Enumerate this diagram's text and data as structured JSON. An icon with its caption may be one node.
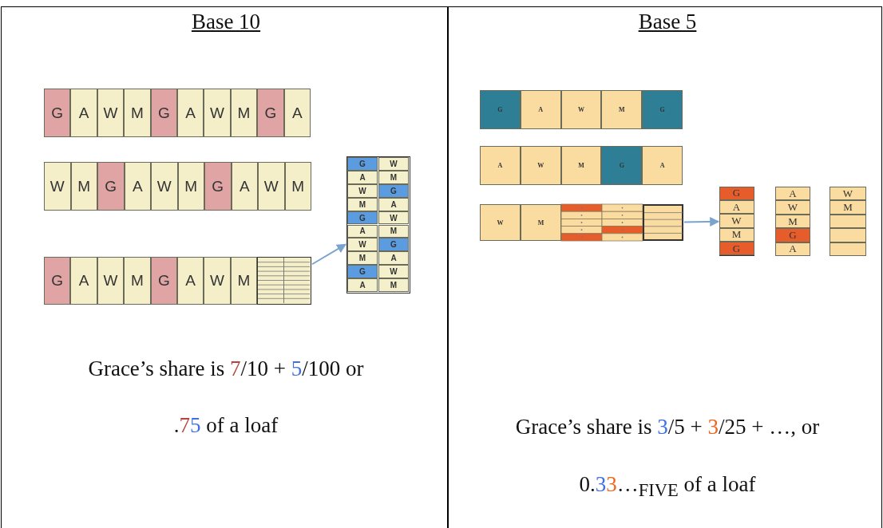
{
  "diagram": {
    "nodes": [
      {
        "text": [],
        "shape": "box"
      },
      {
        "text": [],
        "shape": "box"
      },
      {
        "text": [],
        "shape": "box"
      },
      {
        "text": [],
        "shape": "box"
      }
    ],
    "edges": [
      {
        "from": 0,
        "to": 1,
        "arrow": "to"
      },
      {
        "from": 2,
        "to": 3,
        "arrow": "to"
      }
    ],
    "labels": [
      "Base 10",
      "G",
      "A",
      "W",
      "M",
      "G",
      "A",
      "W",
      "M",
      "G",
      "A",
      "W",
      "M",
      "G",
      "A",
      "W",
      "M",
      "G",
      "A",
      "W",
      "M",
      "G",
      "A",
      "W",
      "M",
      "G",
      "A",
      "W",
      "M",
      "G",
      "W",
      "A",
      "M",
      "W",
      "G",
      "M",
      "A",
      "G",
      "W",
      "A",
      "M",
      "W",
      "G",
      "M",
      "A",
      "G",
      "W",
      "A",
      "M",
      "Grace’s share is 7/10 + 5/100 or",
      ".75 of a loaf",
      "Base 5",
      "G",
      "A",
      "W",
      "M",
      "G",
      "A",
      "W",
      "M",
      "G",
      "A",
      "W",
      "M",
      "G",
      "A",
      "W",
      "M",
      "G",
      "A",
      "W",
      "M",
      "G",
      "A",
      "W",
      "M",
      "Grace’s share is 3/5 + 3/25 + …, or",
      "0.33…$_{FIVE}$ of a loaf"
    ]
  }
}
